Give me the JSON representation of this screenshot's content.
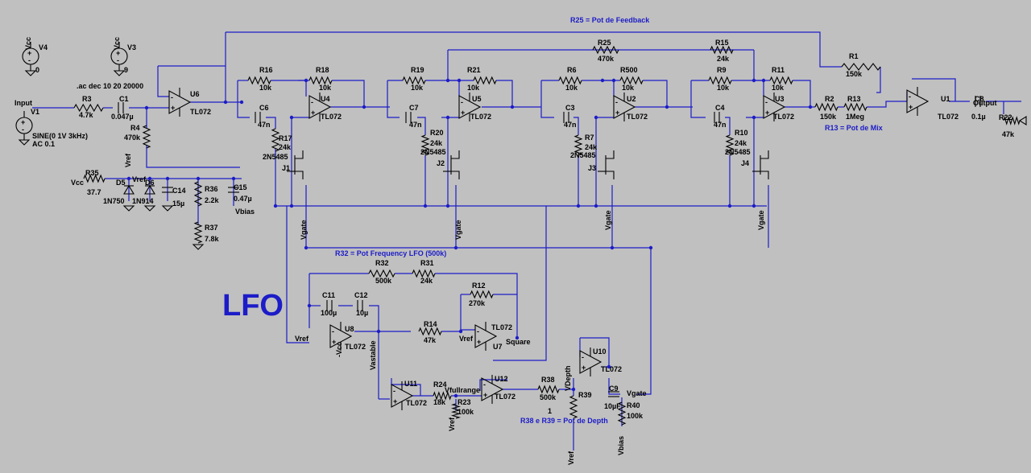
{
  "annotations": {
    "feedback_pot": "R25 = Pot de Feedback",
    "mix_pot": "R13 = Pot de Mix",
    "lfo_pot": "R32 = Pot Frequency LFO (500k)",
    "depth_pot": "R38 e R39 = Pot de Depth",
    "lfo_title": "LFO",
    "sim_directive": ".ac dec 10 20 20000"
  },
  "sources": {
    "v4": {
      "name": "V4",
      "value": "0",
      "node": "-Vcc"
    },
    "v3": {
      "name": "V3",
      "value": "9",
      "node": "Vcc"
    },
    "v1": {
      "name": "V1",
      "line1": "SINE(0 1V 3kHz)",
      "line2": "AC 0.1"
    }
  },
  "nets": {
    "input": "Input",
    "output": "Output",
    "vref": "Vref",
    "vbias": "Vbias",
    "vgate": "Vgate",
    "vcc": "Vcc",
    "nvcc": "-Vcc",
    "vastable": "Vastable",
    "square": "Square",
    "vfullrange": "Vfullrange",
    "vdepth": "VDepth",
    "one": "1"
  },
  "resistors": {
    "r3": {
      "n": "R3",
      "v": "4.7k"
    },
    "r4": {
      "n": "R4",
      "v": "470k"
    },
    "r35": {
      "n": "R35",
      "v": "37.7"
    },
    "r36": {
      "n": "R36",
      "v": "2.2k"
    },
    "r37": {
      "n": "R37",
      "v": "7.8k"
    },
    "r16": {
      "n": "R16",
      "v": "10k"
    },
    "r18": {
      "n": "R18",
      "v": "10k"
    },
    "r17": {
      "n": "R17",
      "v": "24k"
    },
    "r19": {
      "n": "R19",
      "v": "10k"
    },
    "r21": {
      "n": "R21",
      "v": "10k"
    },
    "r20": {
      "n": "R20",
      "v": "24k"
    },
    "r6": {
      "n": "R6",
      "v": "10k"
    },
    "r500": {
      "n": "R500",
      "v": "10k"
    },
    "r7": {
      "n": "R7",
      "v": "24k"
    },
    "r9": {
      "n": "R9",
      "v": "10k"
    },
    "r11": {
      "n": "R11",
      "v": "10k"
    },
    "r10": {
      "n": "R10",
      "v": "24k"
    },
    "r25": {
      "n": "R25",
      "v": "470k"
    },
    "r15": {
      "n": "R15",
      "v": "24k"
    },
    "r1": {
      "n": "R1",
      "v": "150k"
    },
    "r2": {
      "n": "R2",
      "v": "150k"
    },
    "r13": {
      "n": "R13",
      "v": "1Meg"
    },
    "r22": {
      "n": "R22",
      "v": "47k"
    },
    "r32": {
      "n": "R32",
      "v": "500k"
    },
    "r31": {
      "n": "R31",
      "v": "24k"
    },
    "r12": {
      "n": "R12",
      "v": "270k"
    },
    "r14": {
      "n": "R14",
      "v": "47k"
    },
    "r24": {
      "n": "R24",
      "v": "18k"
    },
    "r23": {
      "n": "R23",
      "v": "100k"
    },
    "r38": {
      "n": "R38",
      "v": "500k"
    },
    "r39": {
      "n": "R39",
      "v": ""
    },
    "r40": {
      "n": "R40",
      "v": "100k"
    }
  },
  "capacitors": {
    "c1": {
      "n": "C1",
      "v": "0.047µ"
    },
    "c6": {
      "n": "C6",
      "v": "47n"
    },
    "c7": {
      "n": "C7",
      "v": "47n"
    },
    "c3": {
      "n": "C3",
      "v": "47n"
    },
    "c4": {
      "n": "C4",
      "v": "47n"
    },
    "c8": {
      "n": "C8",
      "v": "0.1µ"
    },
    "c14": {
      "n": "C14",
      "v": "15µ"
    },
    "c15": {
      "n": "C15",
      "v": "0.47µ"
    },
    "c11": {
      "n": "C11",
      "v": "100µ"
    },
    "c12": {
      "n": "C12",
      "v": "10µ"
    },
    "c9": {
      "n": "C9",
      "v": "10µF"
    }
  },
  "diodes": {
    "d5": {
      "n": "D5",
      "v": "1N750"
    },
    "d6": {
      "n": "D6",
      "v": "1N914"
    }
  },
  "jfets": {
    "part": "2N5485",
    "j1": "J1",
    "j2": "J2",
    "j3": "J3",
    "j4": "J4"
  },
  "opamps": {
    "part": "TL072",
    "u1": "U1",
    "u2": "U2",
    "u3": "U3",
    "u4": "U4",
    "u5": "U5",
    "u6": "U6",
    "u7": "U7",
    "u8": "U8",
    "u10": "U10",
    "u11": "U11",
    "u12": "U12"
  }
}
